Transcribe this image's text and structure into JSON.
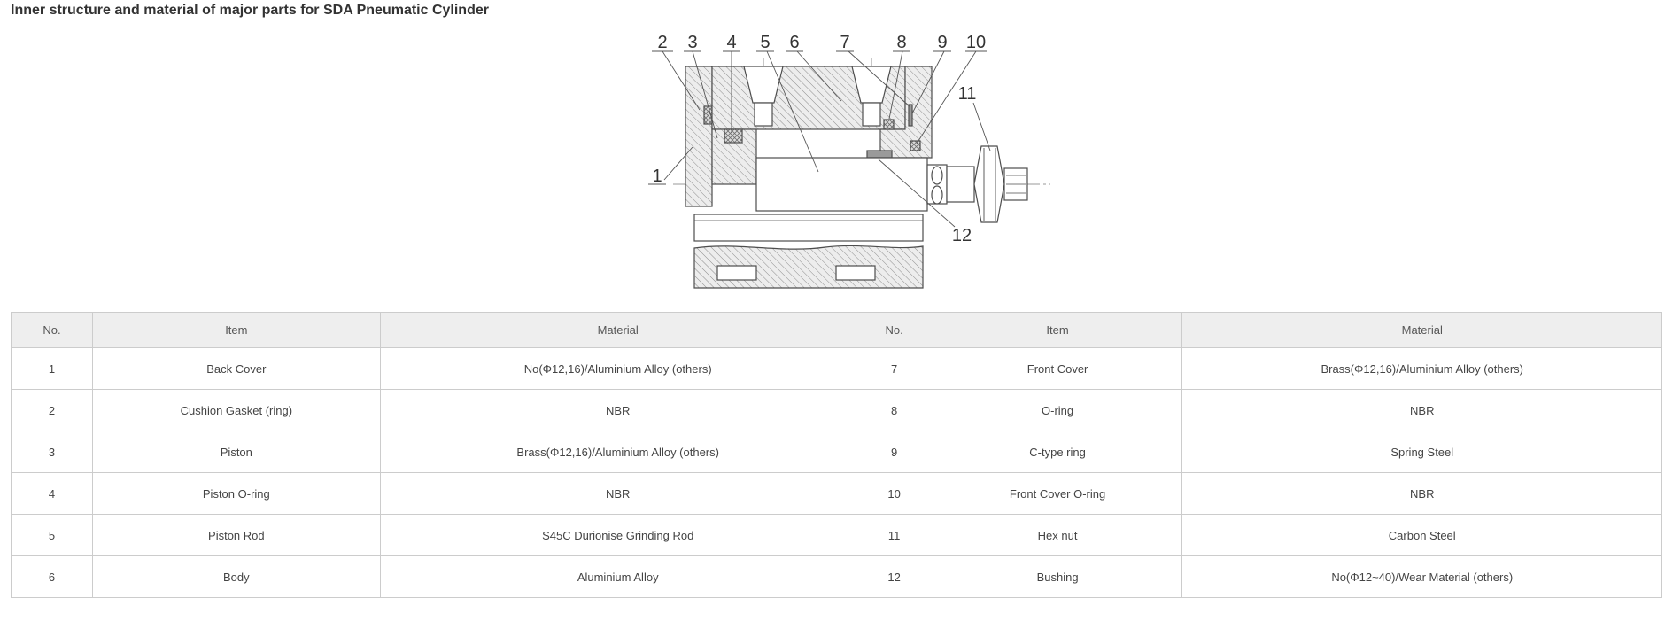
{
  "title": "Inner structure and material of major parts for SDA Pneumatic Cylinder",
  "diagram": {
    "part_labels": [
      "1",
      "2",
      "3",
      "4",
      "5",
      "6",
      "7",
      "8",
      "9",
      "10",
      "11",
      "12"
    ]
  },
  "table": {
    "headers": [
      "No.",
      "Item",
      "Material",
      "No.",
      "Item",
      "Material"
    ],
    "rows": [
      [
        "1",
        "Back Cover",
        "No(Φ12,16)/Aluminium Alloy (others)",
        "7",
        "Front Cover",
        "Brass(Φ12,16)/Aluminium Alloy (others)"
      ],
      [
        "2",
        "Cushion Gasket (ring)",
        "NBR",
        "8",
        "O-ring",
        "NBR"
      ],
      [
        "3",
        "Piston",
        "Brass(Φ12,16)/Aluminium Alloy (others)",
        "9",
        "C-type ring",
        "Spring Steel"
      ],
      [
        "4",
        "Piston O-ring",
        "NBR",
        "10",
        "Front Cover O-ring",
        "NBR"
      ],
      [
        "5",
        "Piston Rod",
        "S45C Durionise Grinding Rod",
        "11",
        "Hex nut",
        "Carbon Steel"
      ],
      [
        "6",
        "Body",
        "Aluminium Alloy",
        "12",
        "Bushing",
        "No(Φ12~40)/Wear Material (others)"
      ]
    ]
  },
  "colors": {
    "header_bg": "#eeeeee",
    "table_border": "#cccccc",
    "text": "#444444"
  }
}
